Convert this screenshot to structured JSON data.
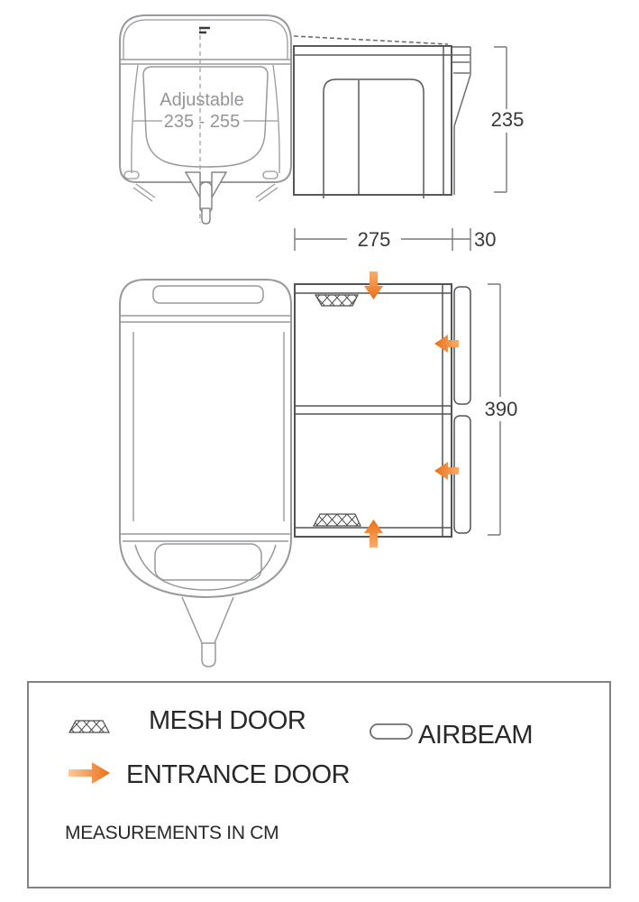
{
  "diagram": {
    "front_view": {
      "adjustable_label": "Adjustable",
      "height_range": "235 - 255"
    },
    "dims": {
      "awning_depth": "275",
      "rail_gap": "30",
      "height": "235",
      "awning_width": "390"
    }
  },
  "legend": {
    "mesh_door_label": "MESH DOOR",
    "airbeam_label": "AIRBEAM",
    "entrance_door_label": "ENTRANCE DOOR",
    "note": "MEASUREMENTS IN CM"
  },
  "colors": {
    "accent_orange_dark": "#EB6F15",
    "accent_orange_light": "#F8AC70",
    "line_dark": "#56585C",
    "line_light": "#97999C",
    "dim_line": "#77787B",
    "text_dark": "#39393B",
    "text_gray": "#939598"
  }
}
